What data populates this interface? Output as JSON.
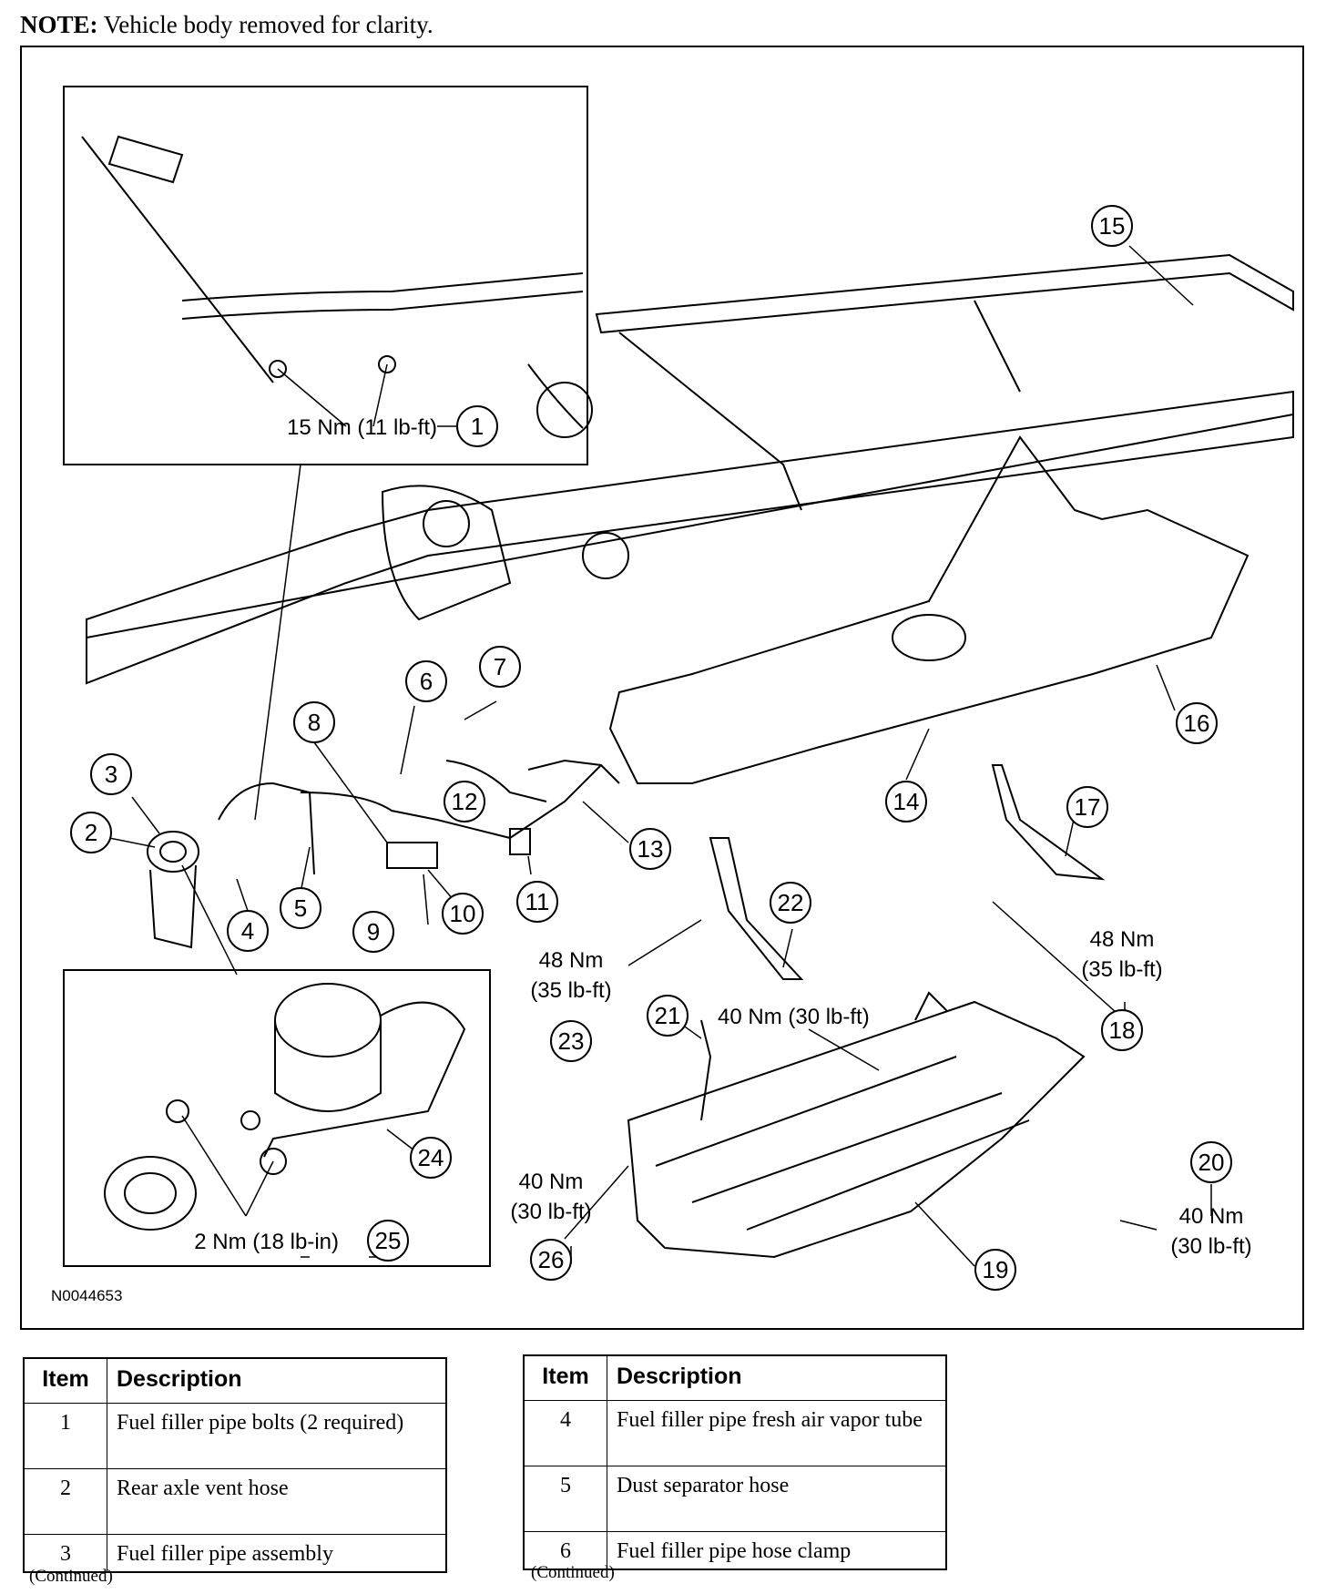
{
  "note": {
    "label": "NOTE:",
    "text": "Vehicle body removed for clarity."
  },
  "figure_id": "N0044653",
  "callouts": [
    {
      "n": "1"
    },
    {
      "n": "2"
    },
    {
      "n": "3"
    },
    {
      "n": "4"
    },
    {
      "n": "5"
    },
    {
      "n": "6"
    },
    {
      "n": "7"
    },
    {
      "n": "8"
    },
    {
      "n": "9"
    },
    {
      "n": "10"
    },
    {
      "n": "11"
    },
    {
      "n": "12"
    },
    {
      "n": "13"
    },
    {
      "n": "14"
    },
    {
      "n": "15"
    },
    {
      "n": "16"
    },
    {
      "n": "17"
    },
    {
      "n": "18"
    },
    {
      "n": "19"
    },
    {
      "n": "20"
    },
    {
      "n": "21"
    },
    {
      "n": "22"
    },
    {
      "n": "23"
    },
    {
      "n": "24"
    },
    {
      "n": "25"
    },
    {
      "n": "26"
    }
  ],
  "torques": {
    "t1": "15 Nm (11 lb-ft)",
    "t18_a": "48 Nm",
    "t18_b": "(35 lb-ft)",
    "t23_a": "48 Nm",
    "t23_b": "(35 lb-ft)",
    "t21": "40 Nm (30 lb-ft)",
    "t26_a": "40 Nm",
    "t26_b": "(30 lb-ft)",
    "t20_a": "40 Nm",
    "t20_b": "(30 lb-ft)",
    "t25": "2 Nm (18 lb-in)"
  },
  "table_left": {
    "headers": [
      "Item",
      "Description"
    ],
    "rows": [
      {
        "item": "1",
        "desc": "Fuel filler pipe bolts (2 required)"
      },
      {
        "item": "2",
        "desc": "Rear axle vent hose"
      },
      {
        "item": "3",
        "desc": "Fuel filler pipe assembly"
      }
    ],
    "continued": "(Continued)"
  },
  "table_right": {
    "headers": [
      "Item",
      "Description"
    ],
    "rows": [
      {
        "item": "4",
        "desc": "Fuel filler pipe fresh air vapor tube"
      },
      {
        "item": "5",
        "desc": "Dust separator hose"
      },
      {
        "item": "6",
        "desc": "Fuel filler pipe hose clamp"
      }
    ],
    "continued": "(Continued)"
  }
}
